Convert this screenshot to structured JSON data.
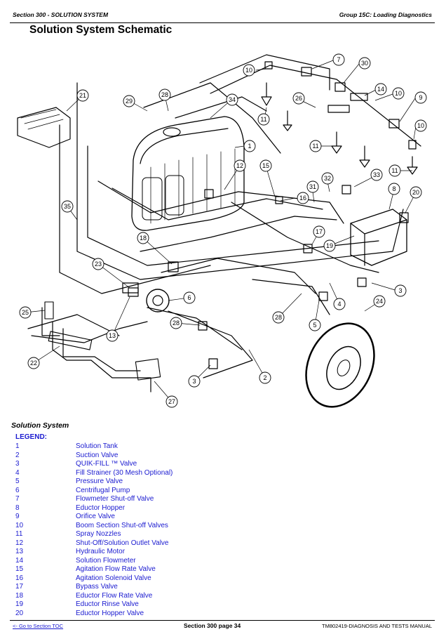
{
  "header": {
    "section": "Section 300 - SOLUTION SYSTEM",
    "group": "Group 15C: Loading Diagnostics"
  },
  "title": "Solution System Schematic",
  "callouts": [
    "10",
    "7",
    "30",
    "14",
    "10",
    "9",
    "21",
    "29",
    "28",
    "34",
    "26",
    "11",
    "10",
    "1",
    "11",
    "12",
    "15",
    "32",
    "33",
    "11",
    "31",
    "8",
    "20",
    "35",
    "16",
    "17",
    "19",
    "18",
    "23",
    "6",
    "3",
    "4",
    "25",
    "13",
    "28",
    "24",
    "28",
    "5",
    "22",
    "3",
    "2",
    "27"
  ],
  "solution_system_label": "Solution System",
  "legend": {
    "heading": "LEGEND:",
    "items": [
      {
        "num": "1",
        "desc": "Solution Tank"
      },
      {
        "num": "2",
        "desc": "Suction Valve"
      },
      {
        "num": "3",
        "desc": "QUIK-FILL ™ Valve"
      },
      {
        "num": "4",
        "desc": "Fill Strainer (30 Mesh Optional)"
      },
      {
        "num": "5",
        "desc": "Pressure Valve"
      },
      {
        "num": "6",
        "desc": "Centrifugal Pump"
      },
      {
        "num": "7",
        "desc": "Flowmeter Shut-off Valve"
      },
      {
        "num": "8",
        "desc": "Eductor Hopper"
      },
      {
        "num": "9",
        "desc": "Orifice Valve"
      },
      {
        "num": "10",
        "desc": "Boom Section Shut-off Valves"
      },
      {
        "num": "11",
        "desc": "Spray Nozzles"
      },
      {
        "num": "12",
        "desc": "Shut-Off/Solution Outlet Valve"
      },
      {
        "num": "13",
        "desc": "Hydraulic Motor"
      },
      {
        "num": "14",
        "desc": "Solution Flowmeter"
      },
      {
        "num": "15",
        "desc": "Agitation Flow Rate Valve"
      },
      {
        "num": "16",
        "desc": "Agitation Solenoid Valve"
      },
      {
        "num": "17",
        "desc": "Bypass Valve"
      },
      {
        "num": "18",
        "desc": "Eductor Flow Rate Valve"
      },
      {
        "num": "19",
        "desc": "Eductor Rinse Valve"
      },
      {
        "num": "20",
        "desc": "Eductor Hopper Valve"
      }
    ]
  },
  "footer": {
    "toc_link": "<- Go to Section TOC",
    "page": "Section 300 page 34",
    "manual": "TM802419-DIAGNOSIS AND TESTS MANUAL"
  }
}
